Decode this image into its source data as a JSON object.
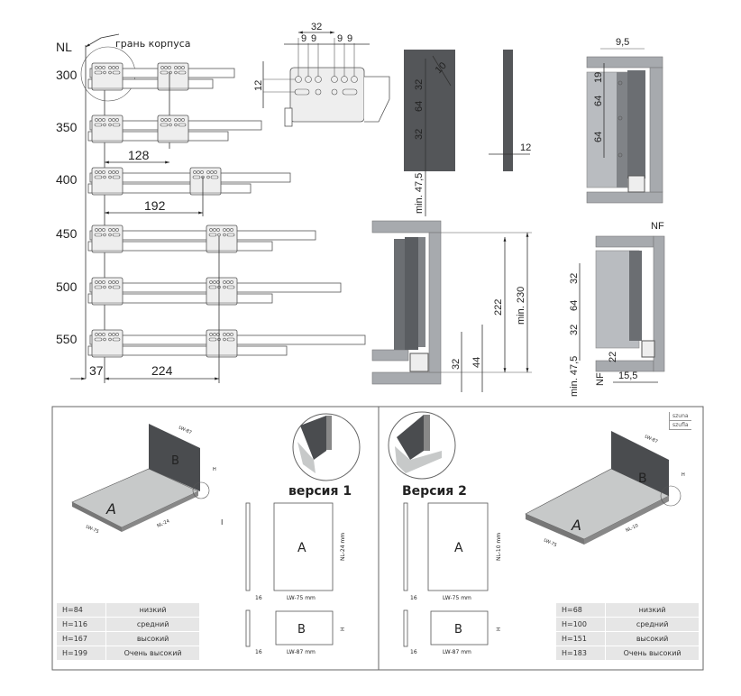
{
  "runner_lengths": {
    "header": "NL",
    "edge_label": "грань корпуса",
    "rows": [
      {
        "nl": "300"
      },
      {
        "nl": "350"
      },
      {
        "nl": "400"
      },
      {
        "nl": "450"
      },
      {
        "nl": "500"
      },
      {
        "nl": "550"
      }
    ],
    "dim_128": "128",
    "dim_192": "192",
    "dim_37": "37",
    "dim_224": "224"
  },
  "bracket_detail": {
    "dim_32": "32",
    "dim_9a": "9",
    "dim_9b": "9",
    "dim_9c": "9",
    "dim_9d": "9",
    "dim_12": "12"
  },
  "front_panel": {
    "dim_top": "32",
    "dim_mid": "64",
    "dim_bot": "32",
    "dim_min": "min. 47,5",
    "dim_dia": "10"
  },
  "side_profile": {
    "dim_12": "12"
  },
  "rear_view": {
    "dim_95": "9,5",
    "dim_19": "19",
    "dim_64a": "64",
    "dim_64b": "64"
  },
  "cabinet_section": {
    "dim_222": "222",
    "dim_min230": "min. 230",
    "dim_32": "32",
    "dim_44": "44"
  },
  "side_section": {
    "dim_nf_top": "NF",
    "dim_32a": "32",
    "dim_64": "64",
    "dim_32b": "32",
    "dim_22": "22",
    "dim_min": "min. 47,5",
    "dim_nf_bot": "NF",
    "dim_155": "15,5"
  },
  "version1": {
    "title": "версия 1",
    "label_a": "A",
    "label_b": "B",
    "dim_a_width": "LW-75 mm",
    "dim_a_height": "NL-24 mm",
    "dim_b_width": "LW-87 mm",
    "dim_b_height": "H",
    "thickness_a": "16",
    "thickness_b": "16",
    "iso_lw75": "LW-75",
    "iso_nl24": "NL-24",
    "iso_lw87": "LW-87",
    "iso_h": "H",
    "detail_mark": "I",
    "table": [
      {
        "h": "H=84",
        "name": "низкий"
      },
      {
        "h": "H=116",
        "name": "средний"
      },
      {
        "h": "H=167",
        "name": "высокий"
      },
      {
        "h": "H=199",
        "name": "Очень высокий"
      }
    ]
  },
  "version2": {
    "title": "Версия 2",
    "label_a": "A",
    "label_b": "B",
    "dim_a_width": "LW-75 mm",
    "dim_a_height": "NL-10 mm",
    "dim_b_width": "LW-87 mm",
    "dim_b_height": "H",
    "thickness_a": "16",
    "thickness_b": "16",
    "iso_lw75": "LW-75",
    "iso_nl10": "NL-10",
    "iso_lw87": "LW-87",
    "iso_h": "H",
    "legend": [
      "szuna",
      "szufla"
    ],
    "table": [
      {
        "h": "H=68",
        "name": "низкий"
      },
      {
        "h": "H=100",
        "name": "средний"
      },
      {
        "h": "H=151",
        "name": "высокий"
      },
      {
        "h": "H=183",
        "name": "Очень высокий"
      }
    ]
  }
}
